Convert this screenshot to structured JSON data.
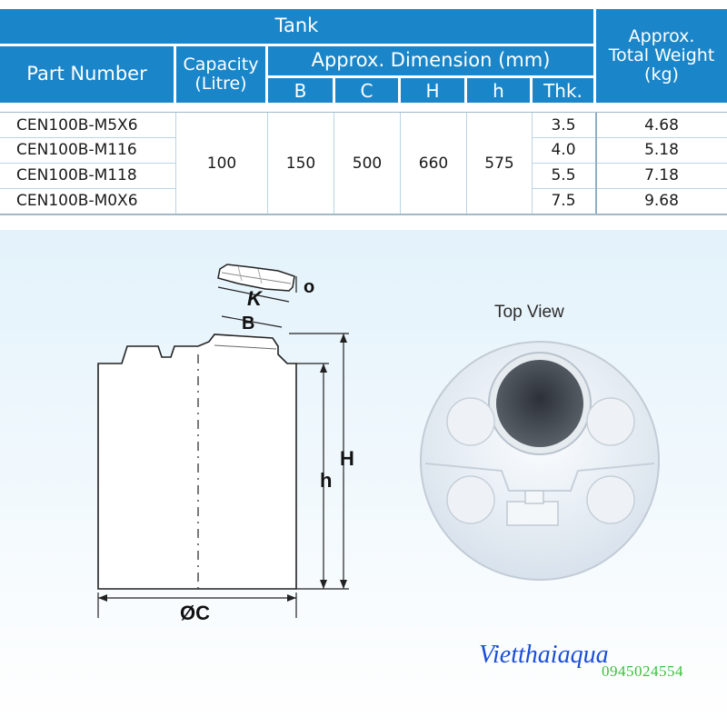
{
  "table": {
    "header": {
      "tank": "Tank",
      "part_number": "Part Number",
      "capacity_line1": "Capacity",
      "capacity_line2": "(Litre)",
      "dimension": "Approx. Dimension (mm)",
      "col_b": "B",
      "col_c": "C",
      "col_H": "H",
      "col_h": "h",
      "col_thk": "Thk.",
      "weight_line1": "Approx.",
      "weight_line2": "Total Weight",
      "weight_line3": "(kg)"
    },
    "capacity": "100",
    "b": "150",
    "c": "500",
    "H": "660",
    "h": "575",
    "rows": [
      {
        "part": "CEN100B-M5X6",
        "thk": "3.5",
        "weight": "4.68"
      },
      {
        "part": "CEN100B-M116",
        "thk": "4.0",
        "weight": "5.18"
      },
      {
        "part": "CEN100B-M118",
        "thk": "5.5",
        "weight": "7.18"
      },
      {
        "part": "CEN100B-M0X6",
        "thk": "7.5",
        "weight": "9.68"
      }
    ]
  },
  "drawing": {
    "label_k": "K",
    "label_o": "o",
    "label_b": "B",
    "label_H": "H",
    "label_h": "h",
    "label_c": "ØC",
    "top_view": "Top View"
  },
  "watermark": {
    "brand": "Vietthaiaqua",
    "phone": "0945024554"
  }
}
